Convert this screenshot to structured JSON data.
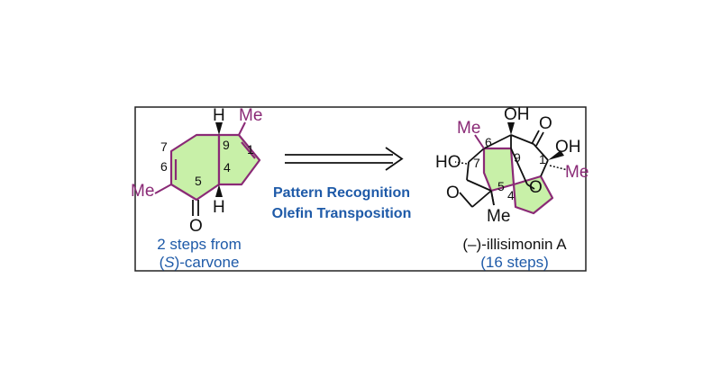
{
  "colors": {
    "frame": "#222222",
    "bond": "#111111",
    "ring_outline": "#8a2a76",
    "ring_fill": "#c8f0a8",
    "methyl": "#8a2a76",
    "caption_blue": "#1e5aa8"
  },
  "start_material": {
    "atoms": {
      "H_top": "H",
      "H_bottom": "H",
      "O": "O",
      "Me_right": "Me",
      "Me_left": "Me"
    },
    "numbers": {
      "n1": "1",
      "n4": "4",
      "n5": "5",
      "n6": "6",
      "n7": "7",
      "n9": "9"
    },
    "caption_line1": "2 steps from",
    "caption_open": "(",
    "caption_S": "S",
    "caption_rest": ")-carvone"
  },
  "arrow": {
    "label_line1": "Pattern Recognition",
    "label_line2": "Olefin Transposition"
  },
  "product": {
    "atoms": {
      "OH_top": "OH",
      "O_ketone": "O",
      "OH_right": "OH",
      "Me_topleft": "Me",
      "HO_left": "HO",
      "O_ring_left": "O",
      "O_ring_right": "O",
      "Me_bottom": "Me",
      "Me_right": "Me"
    },
    "numbers": {
      "n1": "1",
      "n4": "4",
      "n5": "5",
      "n6": "6",
      "n7": "7",
      "n9": "9"
    },
    "caption_line1": "(–)-illisimonin A",
    "caption_line2": "(16 steps)"
  }
}
